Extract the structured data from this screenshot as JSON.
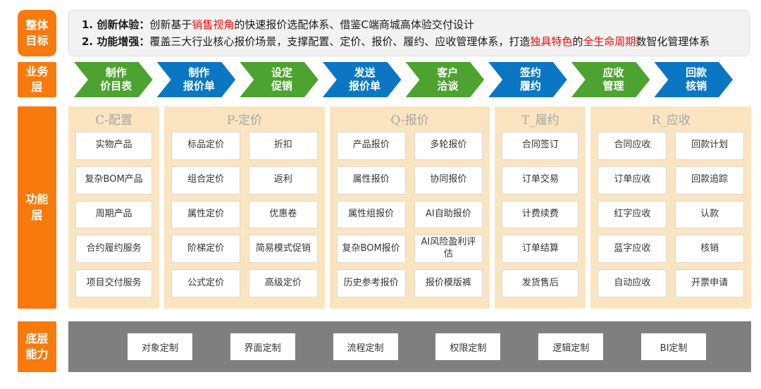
{
  "palette": {
    "orange": "#F87A0D",
    "green": "#4CA32F",
    "blue": "#0B77C2",
    "red": "#E90F0F",
    "cream": "#FAE5C0",
    "graybar": "#7F7F7F"
  },
  "side_labels": {
    "goal": [
      "整体",
      "目标"
    ],
    "business": [
      "业务",
      "层"
    ],
    "function": [
      "功能",
      "层"
    ],
    "base": [
      "底层",
      "能力"
    ]
  },
  "banner": {
    "lines": [
      {
        "segments": [
          {
            "text": "1. 创新体验：",
            "bold": true
          },
          {
            "text": "创新基于"
          },
          {
            "text": "销售视角",
            "color": "red"
          },
          {
            "text": "的快速报价选配体系、借鉴C端商城高体验交付设计"
          }
        ]
      },
      {
        "segments": [
          {
            "text": "2. 功能增强：",
            "bold": true
          },
          {
            "text": "覆盖三大行业核心报价场景，支撑配置、定价、报价、履约、应收管理体系，打造"
          },
          {
            "text": "独具特色",
            "color": "red"
          },
          {
            "text": "的"
          },
          {
            "text": "全生命周期",
            "color": "red"
          },
          {
            "text": "数智化管理体系"
          }
        ]
      }
    ]
  },
  "process_arrows": [
    {
      "lines": [
        "制作",
        "价目表"
      ],
      "color": "green"
    },
    {
      "lines": [
        "制作",
        "报价单"
      ],
      "color": "blue"
    },
    {
      "lines": [
        "设定",
        "促销"
      ],
      "color": "green"
    },
    {
      "lines": [
        "发送",
        "报价单"
      ],
      "color": "blue"
    },
    {
      "lines": [
        "客户",
        "洽谈"
      ],
      "color": "green"
    },
    {
      "lines": [
        "签约",
        "履约"
      ],
      "color": "blue"
    },
    {
      "lines": [
        "应收",
        "管理"
      ],
      "color": "green"
    },
    {
      "lines": [
        "回款",
        "核销"
      ],
      "color": "blue"
    }
  ],
  "function_columns": [
    {
      "title": "C-配置",
      "subcolumns": [
        [
          "实物产品",
          "复杂BOM产品",
          "周期产品",
          "合约履约服务",
          "项目交付服务"
        ]
      ]
    },
    {
      "title": "P-定价",
      "subcolumns": [
        [
          "标品定价",
          "组合定价",
          "属性定价",
          "阶梯定价",
          "公式定价"
        ],
        [
          "折扣",
          "返利",
          "优惠卷",
          "简易模式促销",
          "高级定价"
        ]
      ]
    },
    {
      "title": "Q-报价",
      "subcolumns": [
        [
          "产品报价",
          "属性报价",
          "属性组报价",
          "复杂BOM报价",
          "历史参考报价"
        ],
        [
          "多轮报价",
          "协同报价",
          "AI自助报价",
          "AI风险盈利评估",
          "报价模版裤"
        ]
      ]
    },
    {
      "title": "T_履约",
      "subcolumns": [
        [
          "合同签订",
          "订单交易",
          "计费续费",
          "订单结算",
          "发货售后"
        ]
      ]
    },
    {
      "title": "R_应收",
      "subcolumns": [
        [
          "合同应收",
          "订单应收",
          "红字应收",
          "蓝字应收",
          "自动应收"
        ],
        [
          "回款计划",
          "回款追踪",
          "认款",
          "核销",
          "开票申请"
        ]
      ]
    }
  ],
  "base_capabilities": [
    "对象定制",
    "界面定制",
    "流程定制",
    "权限定制",
    "逻辑定制",
    "BI定制"
  ]
}
